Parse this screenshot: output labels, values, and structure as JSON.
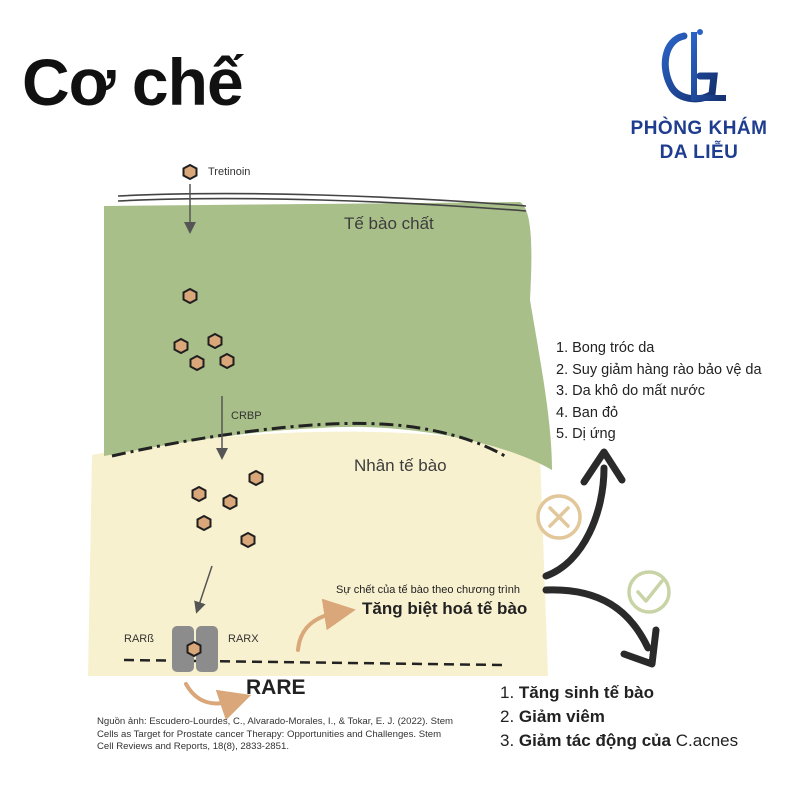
{
  "title": "Cơ chế",
  "logo": {
    "line1": "PHÒNG KHÁM",
    "line2": "DA LIỄU",
    "monogram": "LG",
    "color": "#1e3d8f"
  },
  "labels": {
    "tretinoin": "Tretinoin",
    "cytoplasm": "Tế bào chất",
    "crbp": "CRBP",
    "nucleus": "Nhân tế bào",
    "rarb": "RARß",
    "rarx": "RARX",
    "rare": "RARE",
    "apoptosis": "Sự chết của tế bào theo chương trình",
    "differentiation": "Tăng biệt hoá tế bào"
  },
  "negative_effects": [
    {
      "num": "1.",
      "text": "Bong tróc da"
    },
    {
      "num": "2.",
      "text": "Suy giảm hàng rào bảo vệ da"
    },
    {
      "num": "3.",
      "text": "Da khô do mất nước"
    },
    {
      "num": "4.",
      "text": "Ban đỏ"
    },
    {
      "num": "5.",
      "text": "Dị ứng"
    }
  ],
  "positive_effects": [
    {
      "num": "1.",
      "text": "Tăng sinh tế bào",
      "extra": ""
    },
    {
      "num": "2.",
      "text": "Giảm viêm",
      "extra": ""
    },
    {
      "num": "3.",
      "text": "Giảm tác động của",
      "extra": "C.acnes"
    }
  ],
  "source": "Nguồn ảnh: Escudero-Lourdes, C., Alvarado-Morales, I., & Tokar, E. J. (2022). Stem Cells as Target for Prostate cancer Therapy: Opportunities and Challenges. Stem Cell Reviews and Reports, 18(8), 2833-2851.",
  "colors": {
    "cytoplasm": "#a9bf8a",
    "nucleus": "#f8f1cf",
    "molecule_fill": "#d9a779",
    "arrow_orange": "#d9a779",
    "cross_circle": "#e2c79a",
    "check_circle": "#c9d4a6",
    "dark_arrow": "#2a2a2a"
  },
  "icons": [
    "cross-icon",
    "check-icon",
    "hexagon-molecule-icon",
    "receptor-icon"
  ]
}
